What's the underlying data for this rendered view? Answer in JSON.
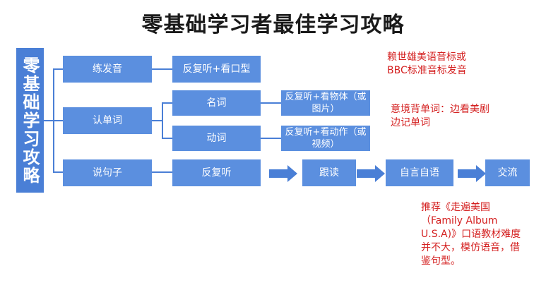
{
  "title": "零基础学习者最佳学习攻略",
  "root": "零基础学习攻略",
  "nodes": {
    "pronunciation": "练发音",
    "pronunciation_method": "反复听+看口型",
    "words": "认单词",
    "noun": "名词",
    "noun_method": "反复听+看物体（或图片）",
    "verb": "动词",
    "verb_method": "反复听+看动作（或视频）",
    "sentences": "说句子",
    "sentences_method": "反复听",
    "step_follow": "跟读",
    "step_self": "自言自语",
    "step_fluent": "交流"
  },
  "notes": {
    "pronunciation_note": "赖世雄美语音标或BBC标准音标发音",
    "words_note": "意境背单词：边看美剧边记单词",
    "sentences_note": "推荐《走遍美国（Family Album U.S.A)》口语教材难度并不大，模仿语音，借鉴句型。"
  },
  "colors": {
    "box": "#5b8fdf",
    "accent": "#4a7fd6",
    "note": "#d42020"
  }
}
